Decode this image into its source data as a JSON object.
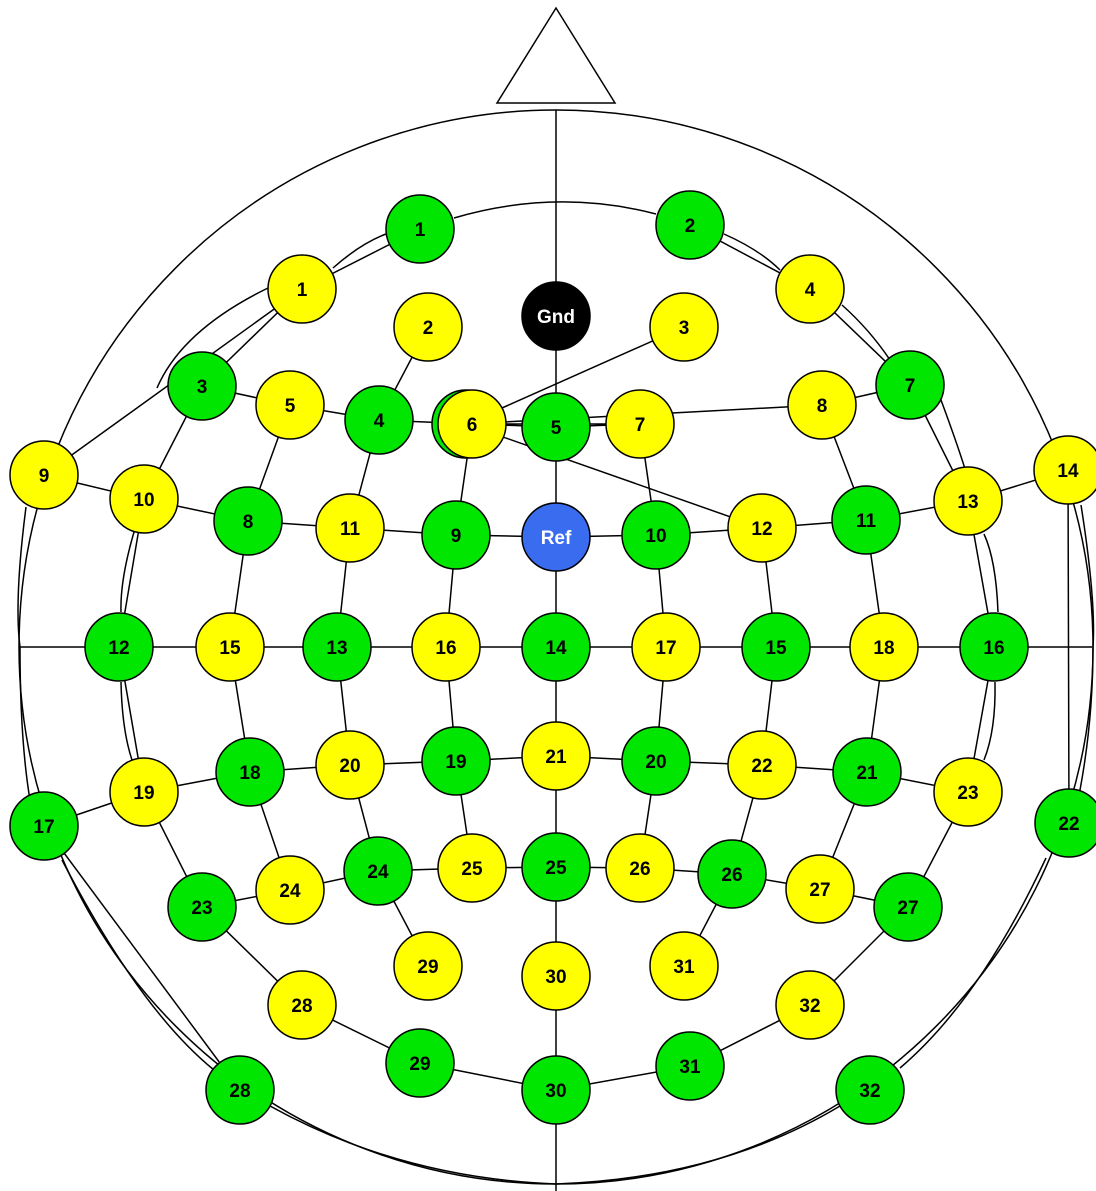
{
  "colors": {
    "yellow": "#ffff00",
    "green": "#00e600",
    "black": "#000000",
    "blue": "#3a6cf0",
    "line": "#000000"
  },
  "electrodes": [
    {
      "label": "Gnd",
      "color": "black"
    },
    {
      "label": "Ref",
      "color": "blue"
    },
    {
      "label": "1",
      "color": "green"
    },
    {
      "label": "2",
      "color": "green"
    },
    {
      "label": "3",
      "color": "green"
    },
    {
      "label": "4",
      "color": "green"
    },
    {
      "label": "5",
      "color": "green"
    },
    {
      "label": "6",
      "color": "green"
    },
    {
      "label": "7",
      "color": "green"
    },
    {
      "label": "8",
      "color": "green"
    },
    {
      "label": "9",
      "color": "green"
    },
    {
      "label": "10",
      "color": "green"
    },
    {
      "label": "11",
      "color": "green"
    },
    {
      "label": "12",
      "color": "green"
    },
    {
      "label": "13",
      "color": "green"
    },
    {
      "label": "14",
      "color": "green"
    },
    {
      "label": "15",
      "color": "green"
    },
    {
      "label": "16",
      "color": "green"
    },
    {
      "label": "17",
      "color": "green"
    },
    {
      "label": "18",
      "color": "green"
    },
    {
      "label": "19",
      "color": "green"
    },
    {
      "label": "20",
      "color": "green"
    },
    {
      "label": "21",
      "color": "green"
    },
    {
      "label": "22",
      "color": "green"
    },
    {
      "label": "23",
      "color": "green"
    },
    {
      "label": "24",
      "color": "green"
    },
    {
      "label": "25",
      "color": "green"
    },
    {
      "label": "26",
      "color": "green"
    },
    {
      "label": "27",
      "color": "green"
    },
    {
      "label": "28",
      "color": "green"
    },
    {
      "label": "29",
      "color": "green"
    },
    {
      "label": "30",
      "color": "green"
    },
    {
      "label": "31",
      "color": "green"
    },
    {
      "label": "32",
      "color": "green"
    },
    {
      "label": "1",
      "color": "yellow"
    },
    {
      "label": "2",
      "color": "yellow"
    },
    {
      "label": "3",
      "color": "yellow"
    },
    {
      "label": "4",
      "color": "yellow"
    },
    {
      "label": "5",
      "color": "yellow"
    },
    {
      "label": "6",
      "color": "yellow"
    },
    {
      "label": "7",
      "color": "yellow"
    },
    {
      "label": "8",
      "color": "yellow"
    },
    {
      "label": "9",
      "color": "yellow"
    },
    {
      "label": "10",
      "color": "yellow"
    },
    {
      "label": "11",
      "color": "yellow"
    },
    {
      "label": "12",
      "color": "yellow"
    },
    {
      "label": "13",
      "color": "yellow"
    },
    {
      "label": "14",
      "color": "yellow"
    },
    {
      "label": "15",
      "color": "yellow"
    },
    {
      "label": "16",
      "color": "yellow"
    },
    {
      "label": "17",
      "color": "yellow"
    },
    {
      "label": "18",
      "color": "yellow"
    },
    {
      "label": "19",
      "color": "yellow"
    },
    {
      "label": "20",
      "color": "yellow"
    },
    {
      "label": "21",
      "color": "yellow"
    },
    {
      "label": "22",
      "color": "yellow"
    },
    {
      "label": "23",
      "color": "yellow"
    },
    {
      "label": "24",
      "color": "yellow"
    },
    {
      "label": "25",
      "color": "yellow"
    },
    {
      "label": "26",
      "color": "yellow"
    },
    {
      "label": "27",
      "color": "yellow"
    },
    {
      "label": "28",
      "color": "yellow"
    },
    {
      "label": "29",
      "color": "yellow"
    },
    {
      "label": "30",
      "color": "yellow"
    },
    {
      "label": "31",
      "color": "yellow"
    },
    {
      "label": "32",
      "color": "yellow"
    }
  ]
}
